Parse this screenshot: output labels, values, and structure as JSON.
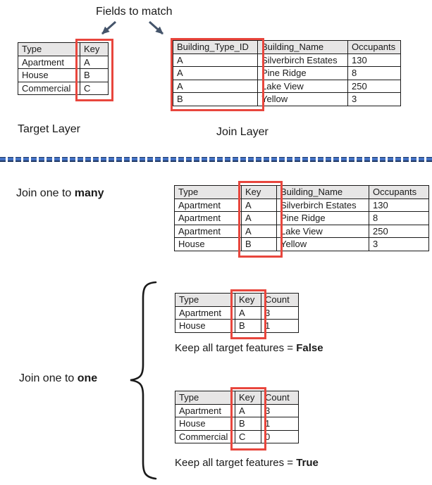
{
  "title": "Fields to match",
  "colors": {
    "highlight_red": "#E8463D",
    "table_header_bg": "#E7E6E6",
    "divider_blue": "#4472C4",
    "divider_dark": "#1F3864",
    "arrow": "#44546A",
    "text": "#1a1a1a"
  },
  "icons": {
    "arrow_left": "down-left-arrow",
    "arrow_right": "down-right-arrow",
    "brace": "left-curly-brace",
    "divider": "blue-dashed-line"
  },
  "target_layer": {
    "label": "Target Layer",
    "table": {
      "headers": [
        "Type",
        "Key"
      ],
      "rows": [
        [
          "Apartment",
          "A"
        ],
        [
          "House",
          "B"
        ],
        [
          "Commercial",
          "C"
        ]
      ]
    }
  },
  "join_layer": {
    "label": "Join Layer",
    "table": {
      "headers": [
        "Building_Type_ID",
        "Building_Name",
        "Occupants"
      ],
      "rows": [
        [
          "A",
          "Silverbirch Estates",
          "130"
        ],
        [
          "A",
          "Pine Ridge",
          "8"
        ],
        [
          "A",
          "Lake View",
          "250"
        ],
        [
          "B",
          "Yellow",
          "3"
        ]
      ]
    }
  },
  "one_to_many": {
    "label_prefix": "Join one to ",
    "label_bold": "many",
    "table": {
      "headers": [
        "Type",
        "Key",
        "Building_Name",
        "Occupants"
      ],
      "rows": [
        [
          "Apartment",
          "A",
          "Silverbirch Estates",
          "130"
        ],
        [
          "Apartment",
          "A",
          "Pine Ridge",
          "8"
        ],
        [
          "Apartment",
          "A",
          "Lake View",
          "250"
        ],
        [
          "House",
          "B",
          "Yellow",
          "3"
        ]
      ]
    }
  },
  "one_to_one": {
    "label_prefix": "Join one to ",
    "label_bold": "one",
    "false_case": {
      "caption_prefix": "Keep all target features = ",
      "caption_bold": "False",
      "table": {
        "headers": [
          "Type",
          "Key",
          "Count"
        ],
        "rows": [
          [
            "Apartment",
            "A",
            "3"
          ],
          [
            "House",
            "B",
            "1"
          ]
        ]
      }
    },
    "true_case": {
      "caption_prefix": "Keep all target features = ",
      "caption_bold": "True",
      "table": {
        "headers": [
          "Type",
          "Key",
          "Count"
        ],
        "rows": [
          [
            "Apartment",
            "A",
            "3"
          ],
          [
            "House",
            "B",
            "1"
          ],
          [
            "Commercial",
            "C",
            "0"
          ]
        ]
      }
    }
  }
}
